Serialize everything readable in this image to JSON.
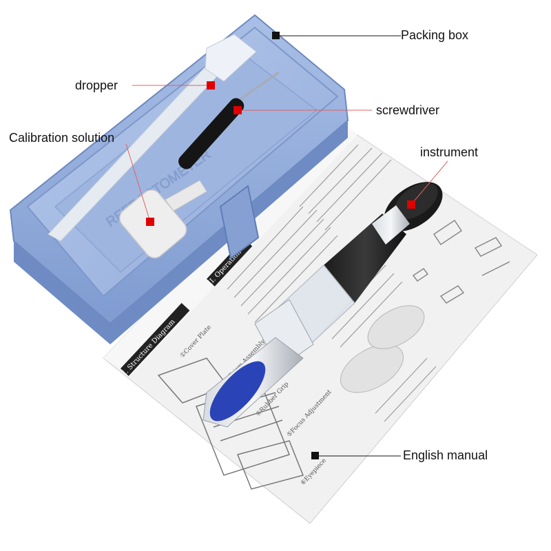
{
  "labels": {
    "packing_box": "Packing box",
    "dropper": "dropper",
    "screwdriver": "screwdriver",
    "calibration_solution": "Calibration solution",
    "instrument": "instrument",
    "english_manual": "English manual"
  },
  "manual": {
    "section_1": "I. Structure Diagram",
    "section_2": "II. Operation",
    "parts": [
      "①Cover Plate",
      "②Prism Assembly",
      "④Rubber Grip",
      "⑤Focus Adjustment",
      "⑥Eyepiece"
    ]
  },
  "box_embossing": "REFRACTOMETER",
  "colors": {
    "box": "#8aa6d8",
    "box_dark": "#6f8cc2",
    "marker_red": "#e00000",
    "marker_black": "#111111",
    "leader_red": "#e06060",
    "grip": "#2a44b8"
  }
}
